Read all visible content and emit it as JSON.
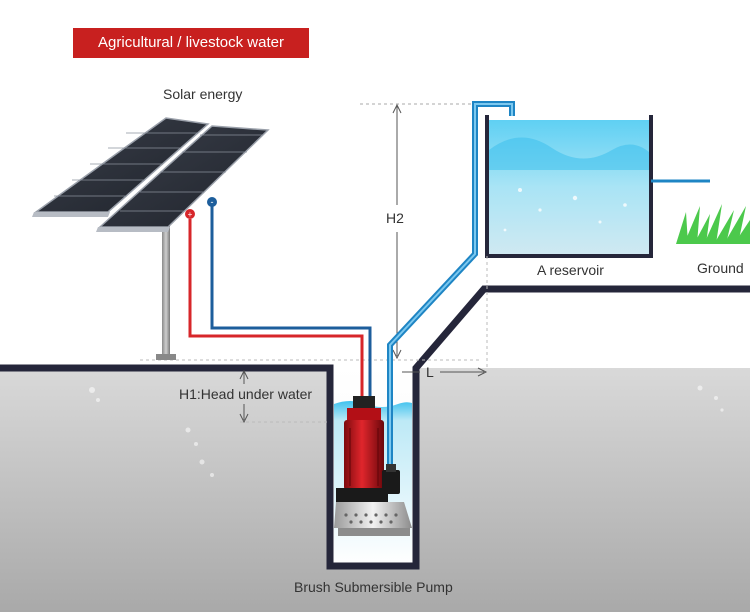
{
  "title": "Agricultural / livestock water",
  "labels": {
    "solar": "Solar energy",
    "h2": "H2",
    "reservoir": "A reservoir",
    "ground": "Ground",
    "l": "L",
    "h1": "H1:Head under water",
    "pump": "Brush Submersible Pump"
  },
  "colors": {
    "banner": "#c8201f",
    "positive_wire": "#d7262a",
    "negative_wire": "#1d5e9c",
    "water_pipe": "#1e85c4",
    "pump_body": "#c0141c",
    "ground_outline": "#25263a",
    "reservoir_water": "#6fd1ee",
    "grass": "#4cc94c"
  }
}
